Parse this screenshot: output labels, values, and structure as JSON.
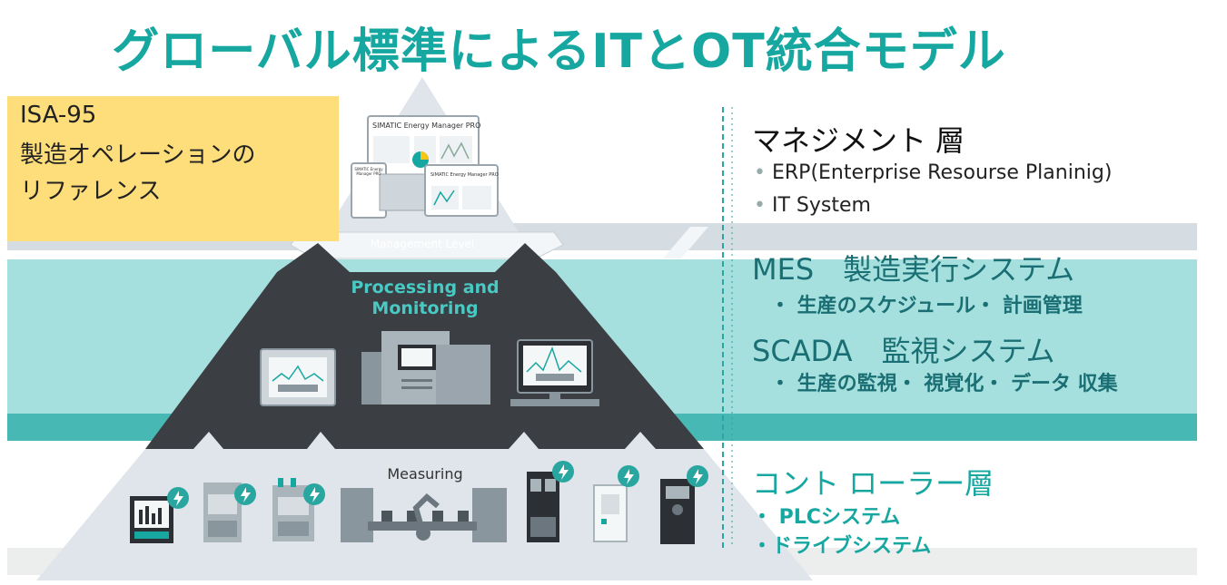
{
  "title": "グローバル標準によるITとOT統合モデル",
  "isa": {
    "line1": "ISA-95",
    "line2": "製造オペレーションの",
    "line3": "リファレンス"
  },
  "pyramid": {
    "top": {
      "label": "Management Level",
      "screen_title_1": "SIMATIC Energy Manager PRO",
      "screen_title_2": "SIMATIC Energy Manager PRO",
      "screen_title_3": "SIMATIC Energy Manager PRO"
    },
    "middle": {
      "label_line1": "Processing and",
      "label_line2": "Monitoring"
    },
    "bottom": {
      "label": "Measuring"
    }
  },
  "right": {
    "management": {
      "heading": "マネジメント 層",
      "items": [
        "ERP(Enterprise Resourse Planinig)",
        "IT System"
      ]
    },
    "mes": {
      "heading": "MES　製造実行システム",
      "item": "・ 生産のスケジュール・ 計画管理"
    },
    "scada": {
      "heading": "SCADA　監視システム",
      "item": "・ 生産の監視・ 視覚化・ データ 収集"
    },
    "controller": {
      "heading": "コント ローラー層",
      "items": [
        "・ PLCシステム",
        "・ドライブシステム"
      ]
    }
  },
  "colors": {
    "teal_title": "#17a7a1",
    "band_light": "#a6e0de",
    "band_mid": "#48b8b5",
    "pyramid_dark": "#3b3f44",
    "pyramid_light": "#dfe5ea",
    "isa_yellow": "#fede7b",
    "lightning_green": "#2aa6a0"
  }
}
